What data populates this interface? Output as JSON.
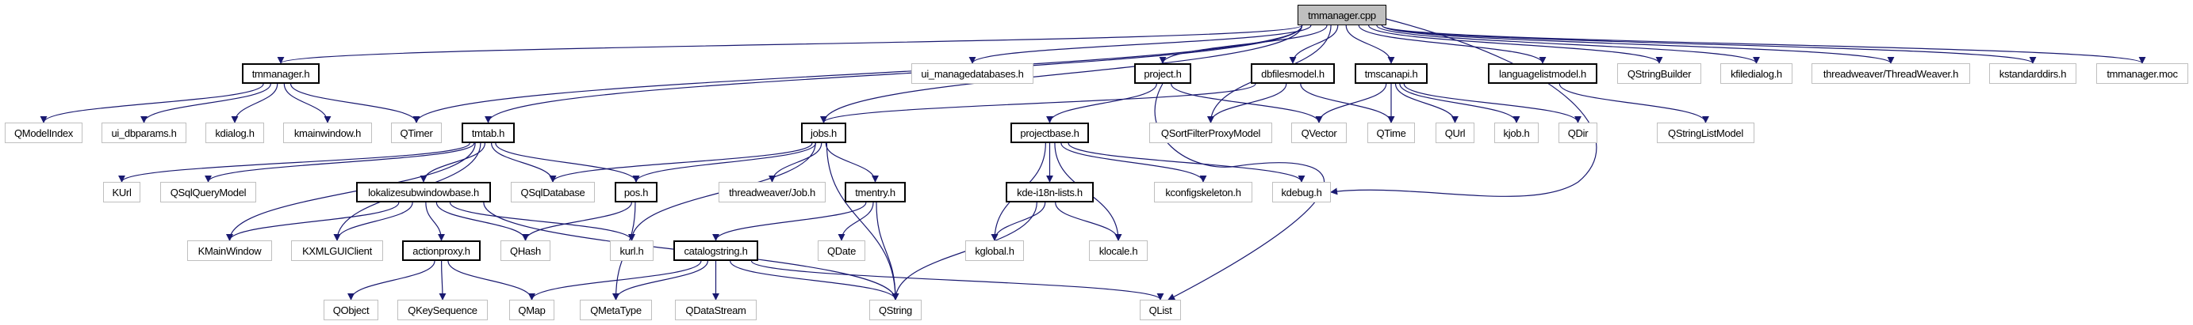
{
  "colors": {
    "edge": "#191970",
    "root_fill": "#bfbfbf",
    "documented_border": "#000000",
    "external_border": "#bfbfbf"
  },
  "nodes": [
    {
      "id": "tmmanager.cpp",
      "label": "tmmanager.cpp",
      "kind": "root"
    },
    {
      "id": "tmmanager.h",
      "label": "tmmanager.h",
      "kind": "documented"
    },
    {
      "id": "ui_managedatabases.h",
      "label": "ui_managedatabases.h",
      "kind": "external"
    },
    {
      "id": "project.h",
      "label": "project.h",
      "kind": "documented"
    },
    {
      "id": "dbfilesmodel.h",
      "label": "dbfilesmodel.h",
      "kind": "documented"
    },
    {
      "id": "tmscanapi.h",
      "label": "tmscanapi.h",
      "kind": "documented"
    },
    {
      "id": "languagelistmodel.h",
      "label": "languagelistmodel.h",
      "kind": "documented"
    },
    {
      "id": "QStringBuilder",
      "label": "QStringBuilder",
      "kind": "external"
    },
    {
      "id": "kfiledialog.h",
      "label": "kfiledialog.h",
      "kind": "external"
    },
    {
      "id": "threadweaver/ThreadWeaver.h",
      "label": "threadweaver/ThreadWeaver.h",
      "kind": "external"
    },
    {
      "id": "kstandarddirs.h",
      "label": "kstandarddirs.h",
      "kind": "external"
    },
    {
      "id": "tmmanager.moc",
      "label": "tmmanager.moc",
      "kind": "external"
    },
    {
      "id": "QModelIndex",
      "label": "QModelIndex",
      "kind": "external"
    },
    {
      "id": "ui_dbparams.h",
      "label": "ui_dbparams.h",
      "kind": "external"
    },
    {
      "id": "kdialog.h",
      "label": "kdialog.h",
      "kind": "external"
    },
    {
      "id": "kmainwindow.h",
      "label": "kmainwindow.h",
      "kind": "external"
    },
    {
      "id": "QTimer",
      "label": "QTimer",
      "kind": "external"
    },
    {
      "id": "tmtab.h",
      "label": "tmtab.h",
      "kind": "documented"
    },
    {
      "id": "jobs.h",
      "label": "jobs.h",
      "kind": "documented"
    },
    {
      "id": "projectbase.h",
      "label": "projectbase.h",
      "kind": "documented"
    },
    {
      "id": "QSortFilterProxyModel",
      "label": "QSortFilterProxyModel",
      "kind": "external"
    },
    {
      "id": "QVector",
      "label": "QVector",
      "kind": "external"
    },
    {
      "id": "QTime",
      "label": "QTime",
      "kind": "external"
    },
    {
      "id": "QUrl",
      "label": "QUrl",
      "kind": "external"
    },
    {
      "id": "kjob.h",
      "label": "kjob.h",
      "kind": "external"
    },
    {
      "id": "QDir",
      "label": "QDir",
      "kind": "external"
    },
    {
      "id": "QStringListModel",
      "label": "QStringListModel",
      "kind": "external"
    },
    {
      "id": "KUrl",
      "label": "KUrl",
      "kind": "external"
    },
    {
      "id": "QSqlQueryModel",
      "label": "QSqlQueryModel",
      "kind": "external"
    },
    {
      "id": "lokalizesubwindowbase.h",
      "label": "lokalizesubwindowbase.h",
      "kind": "documented"
    },
    {
      "id": "QSqlDatabase",
      "label": "QSqlDatabase",
      "kind": "external"
    },
    {
      "id": "pos.h",
      "label": "pos.h",
      "kind": "documented"
    },
    {
      "id": "threadweaver/Job.h",
      "label": "threadweaver/Job.h",
      "kind": "external"
    },
    {
      "id": "tmentry.h",
      "label": "tmentry.h",
      "kind": "documented"
    },
    {
      "id": "kde-i18n-lists.h",
      "label": "kde-i18n-lists.h",
      "kind": "documented"
    },
    {
      "id": "kconfigskeleton.h",
      "label": "kconfigskeleton.h",
      "kind": "external"
    },
    {
      "id": "kdebug.h",
      "label": "kdebug.h",
      "kind": "external"
    },
    {
      "id": "KMainWindow",
      "label": "KMainWindow",
      "kind": "external"
    },
    {
      "id": "KXMLGUIClient",
      "label": "KXMLGUIClient",
      "kind": "external"
    },
    {
      "id": "actionproxy.h",
      "label": "actionproxy.h",
      "kind": "documented"
    },
    {
      "id": "QHash",
      "label": "QHash",
      "kind": "external"
    },
    {
      "id": "kurl.h",
      "label": "kurl.h",
      "kind": "external"
    },
    {
      "id": "catalogstring.h",
      "label": "catalogstring.h",
      "kind": "documented"
    },
    {
      "id": "QDate",
      "label": "QDate",
      "kind": "external"
    },
    {
      "id": "kglobal.h",
      "label": "kglobal.h",
      "kind": "external"
    },
    {
      "id": "klocale.h",
      "label": "klocale.h",
      "kind": "external"
    },
    {
      "id": "QObject",
      "label": "QObject",
      "kind": "external"
    },
    {
      "id": "QKeySequence",
      "label": "QKeySequence",
      "kind": "external"
    },
    {
      "id": "QMap",
      "label": "QMap",
      "kind": "external"
    },
    {
      "id": "QMetaType",
      "label": "QMetaType",
      "kind": "external"
    },
    {
      "id": "QDataStream",
      "label": "QDataStream",
      "kind": "external"
    },
    {
      "id": "QString",
      "label": "QString",
      "kind": "external"
    },
    {
      "id": "QList",
      "label": "QList",
      "kind": "external"
    }
  ],
  "edges": [
    [
      "tmmanager.cpp",
      "tmmanager.h"
    ],
    [
      "tmmanager.cpp",
      "QTimer"
    ],
    [
      "tmmanager.cpp",
      "tmtab.h"
    ],
    [
      "tmmanager.cpp",
      "ui_managedatabases.h"
    ],
    [
      "tmmanager.cpp",
      "jobs.h"
    ],
    [
      "tmmanager.cpp",
      "project.h"
    ],
    [
      "tmmanager.cpp",
      "dbfilesmodel.h"
    ],
    [
      "tmmanager.cpp",
      "tmscanapi.h"
    ],
    [
      "tmmanager.cpp",
      "QSortFilterProxyModel"
    ],
    [
      "tmmanager.cpp",
      "languagelistmodel.h"
    ],
    [
      "tmmanager.cpp",
      "QStringBuilder"
    ],
    [
      "tmmanager.cpp",
      "kfiledialog.h"
    ],
    [
      "tmmanager.cpp",
      "threadweaver/ThreadWeaver.h"
    ],
    [
      "tmmanager.cpp",
      "kstandarddirs.h"
    ],
    [
      "tmmanager.cpp",
      "tmmanager.moc"
    ],
    [
      "tmmanager.cpp",
      "kdebug.h"
    ],
    [
      "tmmanager.h",
      "QModelIndex"
    ],
    [
      "tmmanager.h",
      "ui_dbparams.h"
    ],
    [
      "tmmanager.h",
      "kdialog.h"
    ],
    [
      "tmmanager.h",
      "kmainwindow.h"
    ],
    [
      "tmmanager.h",
      "QTimer"
    ],
    [
      "tmtab.h",
      "KUrl"
    ],
    [
      "tmtab.h",
      "QSqlQueryModel"
    ],
    [
      "tmtab.h",
      "KMainWindow"
    ],
    [
      "tmtab.h",
      "KXMLGUIClient"
    ],
    [
      "tmtab.h",
      "lokalizesubwindowbase.h"
    ],
    [
      "tmtab.h",
      "QSqlDatabase"
    ],
    [
      "tmtab.h",
      "pos.h"
    ],
    [
      "lokalizesubwindowbase.h",
      "KMainWindow"
    ],
    [
      "lokalizesubwindowbase.h",
      "KXMLGUIClient"
    ],
    [
      "lokalizesubwindowbase.h",
      "actionproxy.h"
    ],
    [
      "lokalizesubwindowbase.h",
      "QHash"
    ],
    [
      "lokalizesubwindowbase.h",
      "kurl.h"
    ],
    [
      "lokalizesubwindowbase.h",
      "QString"
    ],
    [
      "pos.h",
      "QHash"
    ],
    [
      "pos.h",
      "QMetaType"
    ],
    [
      "actionproxy.h",
      "QObject"
    ],
    [
      "actionproxy.h",
      "QKeySequence"
    ],
    [
      "actionproxy.h",
      "QMap"
    ],
    [
      "jobs.h",
      "QSqlDatabase"
    ],
    [
      "jobs.h",
      "pos.h"
    ],
    [
      "jobs.h",
      "kurl.h"
    ],
    [
      "jobs.h",
      "threadweaver/Job.h"
    ],
    [
      "jobs.h",
      "tmentry.h"
    ],
    [
      "jobs.h",
      "QString"
    ],
    [
      "tmentry.h",
      "catalogstring.h"
    ],
    [
      "tmentry.h",
      "QDate"
    ],
    [
      "tmentry.h",
      "QString"
    ],
    [
      "catalogstring.h",
      "QMap"
    ],
    [
      "catalogstring.h",
      "QMetaType"
    ],
    [
      "catalogstring.h",
      "QDataStream"
    ],
    [
      "catalogstring.h",
      "QString"
    ],
    [
      "catalogstring.h",
      "QList"
    ],
    [
      "project.h",
      "projectbase.h"
    ],
    [
      "project.h",
      "QVector"
    ],
    [
      "project.h",
      "QList"
    ],
    [
      "dbfilesmodel.h",
      "jobs.h"
    ],
    [
      "dbfilesmodel.h",
      "QSortFilterProxyModel"
    ],
    [
      "dbfilesmodel.h",
      "QTime"
    ],
    [
      "tmscanapi.h",
      "QVector"
    ],
    [
      "tmscanapi.h",
      "QTime"
    ],
    [
      "tmscanapi.h",
      "QUrl"
    ],
    [
      "tmscanapi.h",
      "kjob.h"
    ],
    [
      "tmscanapi.h",
      "QDir"
    ],
    [
      "projectbase.h",
      "kglobal.h"
    ],
    [
      "projectbase.h",
      "kde-i18n-lists.h"
    ],
    [
      "projectbase.h",
      "klocale.h"
    ],
    [
      "projectbase.h",
      "kconfigskeleton.h"
    ],
    [
      "projectbase.h",
      "kdebug.h"
    ],
    [
      "kde-i18n-lists.h",
      "kglobal.h"
    ],
    [
      "kde-i18n-lists.h",
      "klocale.h"
    ],
    [
      "kde-i18n-lists.h",
      "QString"
    ],
    [
      "languagelistmodel.h",
      "QStringListModel"
    ]
  ]
}
